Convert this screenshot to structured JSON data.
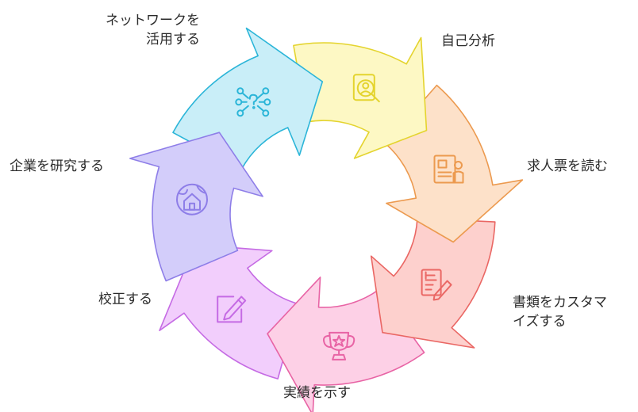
{
  "diagram": {
    "type": "cycle",
    "steps": [
      {
        "id": "network",
        "label_lines": [
          "ネットワークを",
          "活用する"
        ],
        "icon": "network-question-icon",
        "fill": "#c9eef8",
        "stroke": "#2bb5d8"
      },
      {
        "id": "self",
        "label_lines": [
          "自己分析"
        ],
        "icon": "magnifier-person-icon",
        "fill": "#fdf8c4",
        "stroke": "#e4d42e"
      },
      {
        "id": "job",
        "label_lines": [
          "求人票を読む"
        ],
        "icon": "job-profile-icon",
        "fill": "#fde1c9",
        "stroke": "#ec9a4f"
      },
      {
        "id": "docs",
        "label_lines": [
          "書類をカスタマ",
          "イズする"
        ],
        "icon": "document-edit-icon",
        "fill": "#fdd0cd",
        "stroke": "#ea6764"
      },
      {
        "id": "results",
        "label_lines": [
          "実績を示す"
        ],
        "icon": "trophy-icon",
        "fill": "#fdd0e6",
        "stroke": "#e864a5"
      },
      {
        "id": "proof",
        "label_lines": [
          "校正する"
        ],
        "icon": "pencil-note-icon",
        "fill": "#f2cefc",
        "stroke": "#c56be4"
      },
      {
        "id": "company",
        "label_lines": [
          "企業を研究する"
        ],
        "icon": "globe-home-icon",
        "fill": "#d3cdfa",
        "stroke": "#8e7ee8"
      }
    ]
  }
}
